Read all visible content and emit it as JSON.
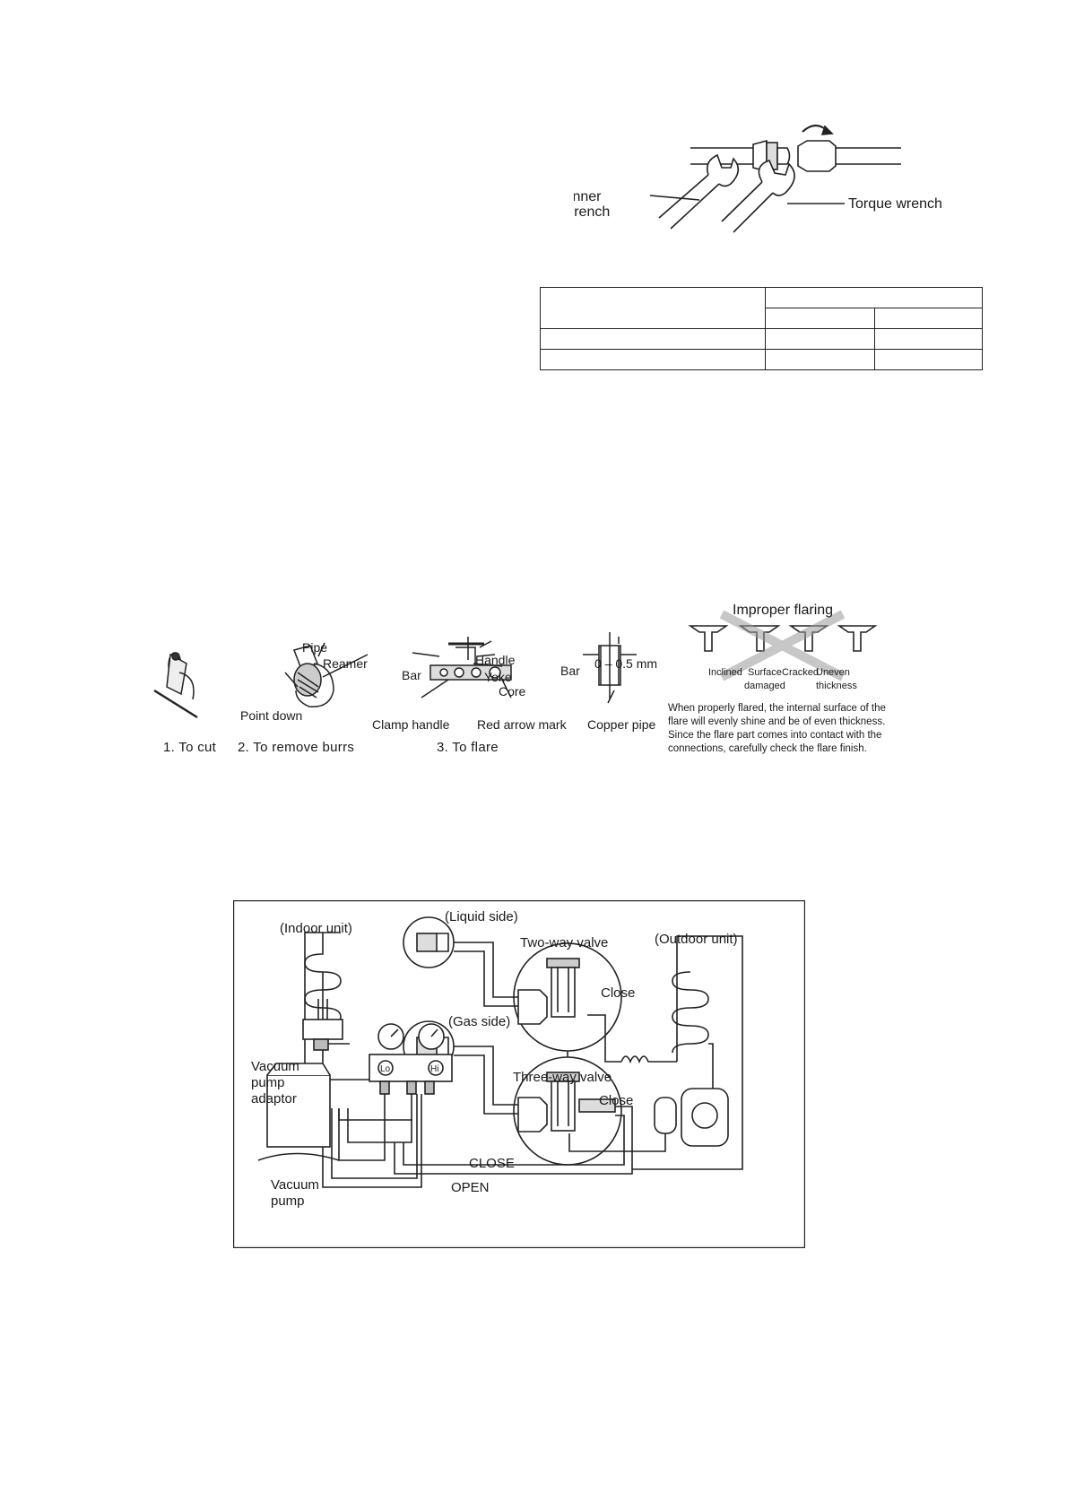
{
  "wrench_figure": {
    "spanner_label_1": "Spanner",
    "spanner_label_2": "or wrench",
    "torque_label": "Torque wrench"
  },
  "torque_table": {
    "rows": 4,
    "cols": 3
  },
  "flaring_figure": {
    "cut_step": "1.  To cut",
    "burrs_step": "2.  To remove burrs",
    "flare_step": "3.  To flare",
    "pipe": "Pipe",
    "reamer": "Reamer",
    "point_down": "Point down",
    "handle": "Handle",
    "bar": "Bar",
    "yoke": "Yoke",
    "core": "Core",
    "clamp_handle": "Clamp handle",
    "red_arrow_mark": "Red arrow mark",
    "bar2": "Bar",
    "gap": "0 – 0.5 mm",
    "copper_pipe": "Copper pipe",
    "improper_title": "Improper flaring",
    "inclined": "Inclined",
    "surface": "Surface",
    "damaged": "damaged",
    "cracked": "Cracked",
    "uneven": "Uneven",
    "thickness": "thickness",
    "note": "When properly flared, the internal surface of the\nflare will evenly shine and be of even thickness.\nSince the flare part comes into contact with the\nconnections, carefully check the flare finish."
  },
  "vacuum_diagram": {
    "indoor_unit": "(Indoor unit)",
    "liquid_side": "(Liquid side)",
    "two_way_valve": "Two-way valve",
    "outdoor_unit": "(Outdoor unit)",
    "close_1": "Close",
    "gas_side": "(Gas side)",
    "vacuum_pump_adaptor_1": "Vacuum",
    "vacuum_pump_adaptor_2": "pump",
    "vacuum_pump_adaptor_3": "adaptor",
    "three_way_valve": "Three-way valve",
    "close_2": "Close",
    "lo": "Lo",
    "hi": "Hi",
    "close_caps": "CLOSE",
    "open_caps": "OPEN",
    "vacuum_pump_1": "Vacuum",
    "vacuum_pump_2": "pump"
  }
}
